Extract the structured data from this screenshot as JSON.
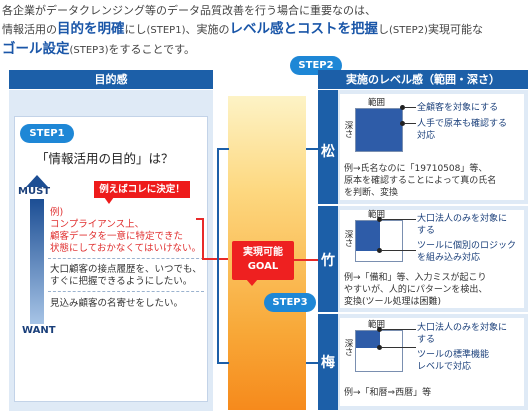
{
  "intro": {
    "line1": "各企業がデータクレンジング等のデータ品質改善を行う場合に重要なのは、",
    "l2_a": "情報活用の",
    "l2_b": "目的を明確",
    "l2_c": "にし",
    "l2_d": "(STEP1)",
    "l2_e": "、実施の",
    "l2_f": "レベル感とコストを把握",
    "l2_g": "し",
    "l2_h": "(STEP2)",
    "l2_i": "実現可能な",
    "l3_a": "ゴール設定",
    "l3_b": "(STEP3)",
    "l3_c": "をすることです。"
  },
  "left": {
    "header": "目的感",
    "step_label": "STEP1",
    "question": "「情報活用の目的」は？",
    "must": "MUST",
    "want": "WANT",
    "callout": "例えばコレに決定！",
    "ex1": "例)\nコンプライアンス上、\n顧客データを一意に特定できた\n状態にしておかなくてはいけない。",
    "ex2": "大口顧客の接点履歴を、いつでも、\nすぐに把握できるようにしたい。",
    "ex3": "見込み顧客の名寄せをしたい。"
  },
  "center": {
    "goal_line1": "実現可能",
    "goal_line2": "GOAL",
    "step3": "STEP3"
  },
  "right": {
    "step2": "STEP2",
    "header": "実施のレベル感（範囲・深さ）",
    "axis_x": "範囲",
    "axis_y": "深さ",
    "levels": [
      {
        "label": "松",
        "desc1": "全顧客を対象にする",
        "desc2": "人手で原本も確認する\n対応",
        "example": "例→氏名なのに「19710508」等、\n原本を確認することによって真の氏名\nを判断、変換"
      },
      {
        "label": "竹",
        "desc1": "大口法人のみを対象に\nする",
        "desc2": "ツールに個別のロジック\nを組み込み対応",
        "example": "例→「備和」等、入力ミスが起こり\nやすいが、人的にパターンを検出、\n変換(ツール処理は困難)"
      },
      {
        "label": "梅",
        "desc1": "大口法人のみを対象に\nする",
        "desc2": "ツールの標準機能\nレベルで対応",
        "example": "例→「和暦⇒西暦」等"
      }
    ]
  },
  "colors": {
    "navy": "#1c5fa8",
    "pill": "#1e87d6",
    "red": "#ee1b1b",
    "panel": "#dfeaf6",
    "orange": "#f68a1c"
  }
}
